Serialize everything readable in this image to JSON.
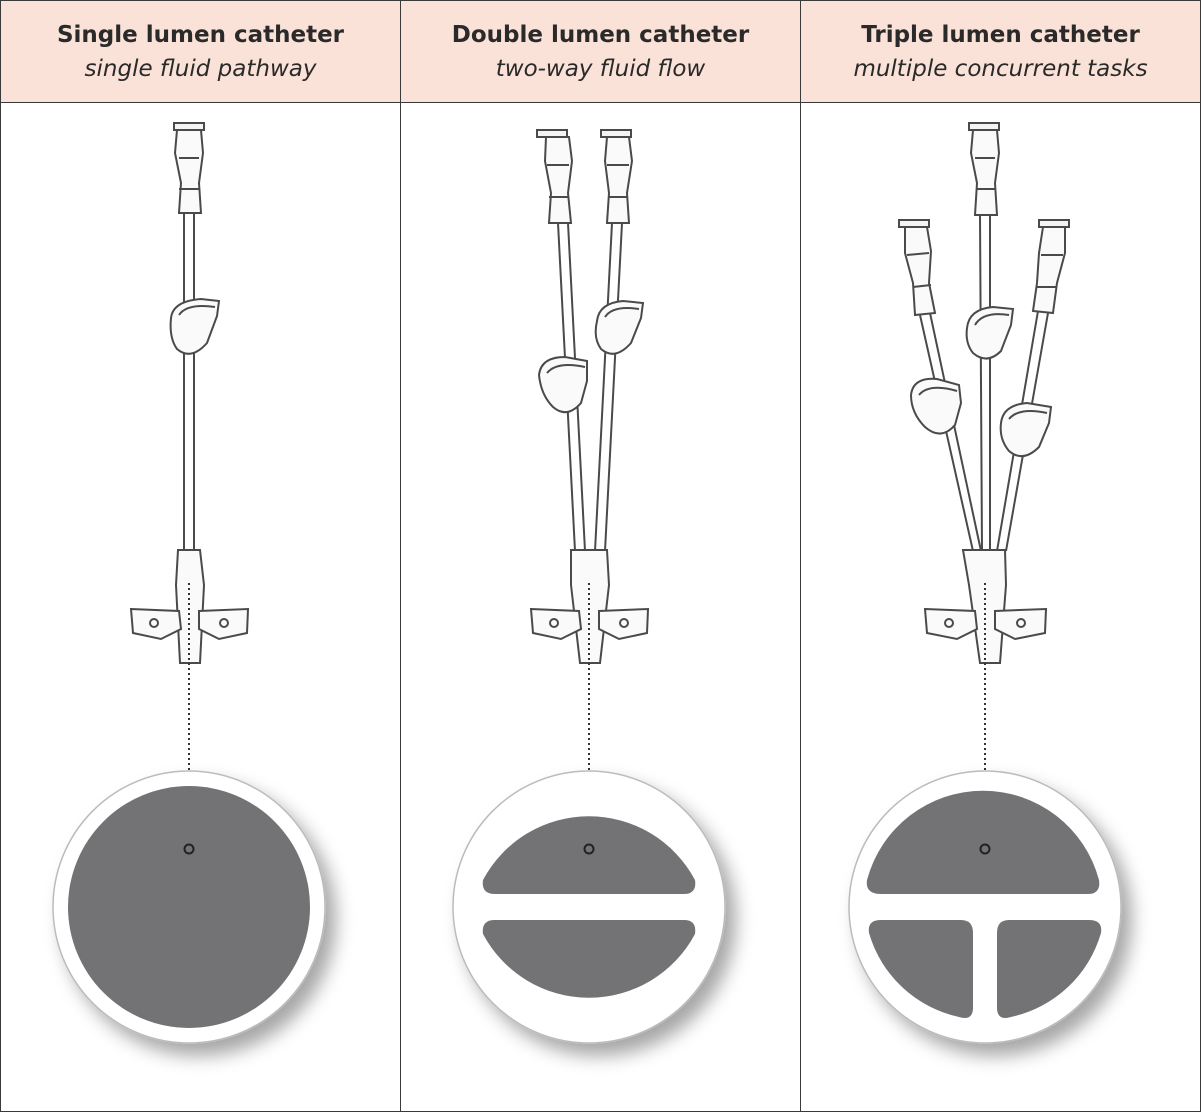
{
  "columns": [
    {
      "title": "Single lumen catheter",
      "subtitle": "single fluid pathway"
    },
    {
      "title": "Double lumen catheter",
      "subtitle": "two-way fluid flow"
    },
    {
      "title": "Triple lumen catheter",
      "subtitle": "multiple concurrent tasks"
    }
  ],
  "colors": {
    "header_bg": "#fbe2d8",
    "lumen_fill": "#737375",
    "outline": "#4a4a4a",
    "grid_line": "#3a3a3a"
  }
}
